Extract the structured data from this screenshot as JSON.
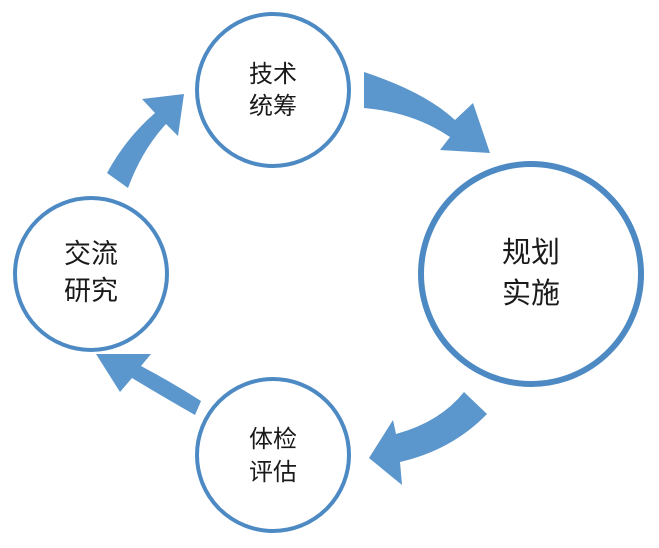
{
  "colors": {
    "circle_stroke": "#4d8ac4",
    "arrow_fill": "#5b97cc",
    "text": "#1a1a1a",
    "background": "#ffffff"
  },
  "nodes": [
    {
      "id": "tech",
      "line1": "技术",
      "line2": "统筹"
    },
    {
      "id": "plan",
      "line1": "规划",
      "line2": "实施"
    },
    {
      "id": "eval",
      "line1": "体检",
      "line2": "评估"
    },
    {
      "id": "exchange",
      "line1": "交流",
      "line2": "研究"
    }
  ]
}
